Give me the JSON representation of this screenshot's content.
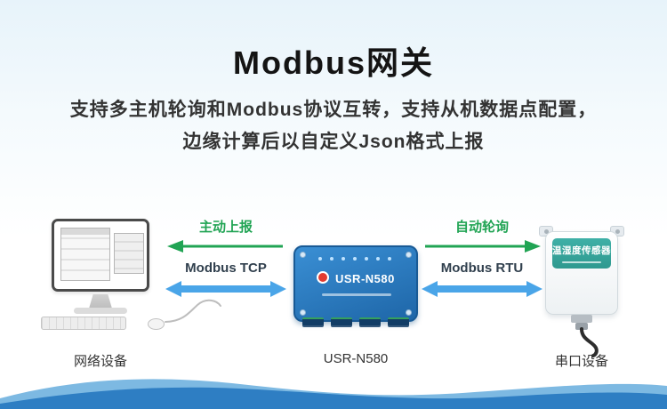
{
  "header": {
    "title": "Modbus网关",
    "subtitle_line1": "支持多主机轮询和Modbus协议互转，支持从机数据点配置，",
    "subtitle_line2": "边缘计算后以自定义Json格式上报"
  },
  "diagram": {
    "left_link": {
      "flow_label": "主动上报",
      "protocol_label": "Modbus TCP"
    },
    "right_link": {
      "flow_label": "自动轮询",
      "protocol_label": "Modbus RTU"
    },
    "devices": {
      "network_device": {
        "caption": "网络设备"
      },
      "gateway": {
        "caption": "USR-N580",
        "model_text": "USR-N580"
      },
      "serial_device": {
        "caption": "串口设备",
        "panel_text": "温湿度传感器"
      }
    }
  },
  "colors": {
    "flow_green": "#21a454",
    "arrow_blue": "#4aa5e8",
    "gateway_blue": "#2678bd",
    "sensor_teal": "#35a79f",
    "wave_blue": "#2e7ec3",
    "wave_light_blue": "#7db9e2"
  }
}
